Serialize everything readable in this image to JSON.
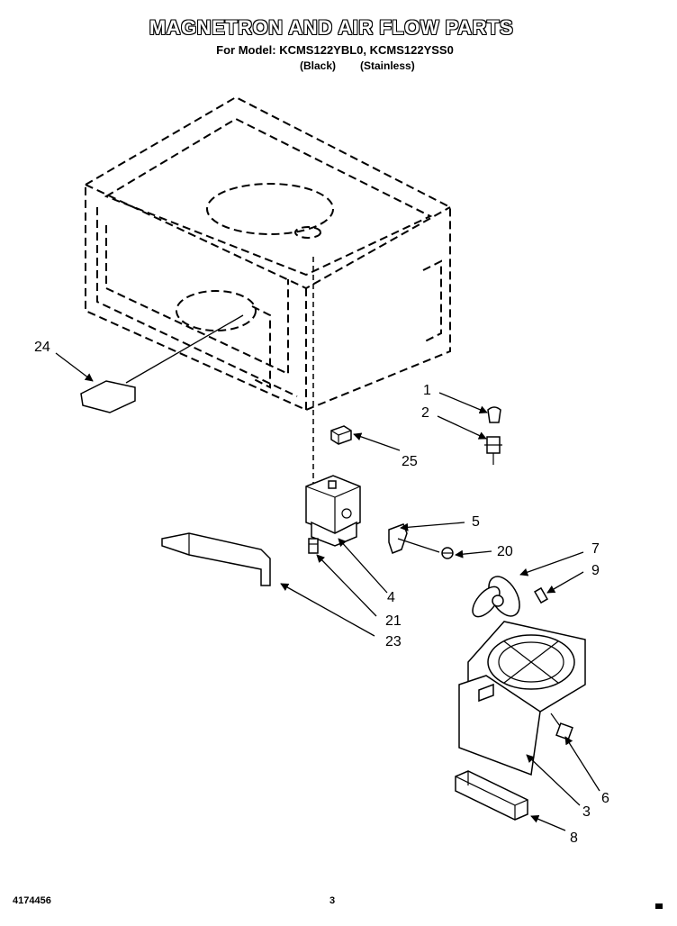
{
  "header": {
    "title": "MAGNETRON AND AIR FLOW PARTS",
    "models_line": "For Model: KCMS122YBL0, KCMS122YSS0",
    "variant_black": "(Black)",
    "variant_stainless": "(Stainless)"
  },
  "callouts": {
    "c1": "1",
    "c2": "2",
    "c3": "3",
    "c4": "4",
    "c5": "5",
    "c6": "6",
    "c7": "7",
    "c8": "8",
    "c9": "9",
    "c20": "20",
    "c21": "21",
    "c23": "23",
    "c24": "24",
    "c25": "25"
  },
  "footer": {
    "part_number": "4174456",
    "page_number": "3"
  }
}
